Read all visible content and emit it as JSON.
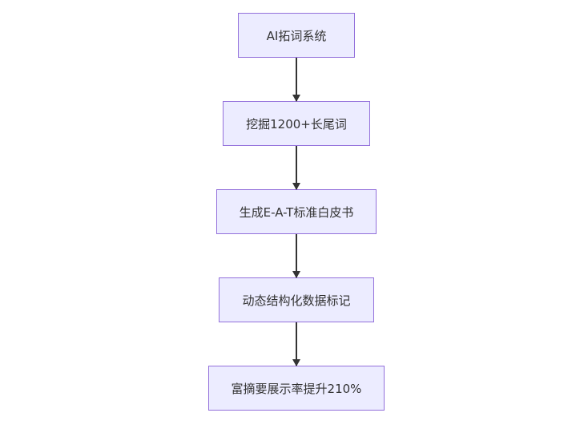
{
  "diagram": {
    "type": "flowchart",
    "direction": "top-down",
    "nodes": [
      {
        "label": "AI拓词系统"
      },
      {
        "label": "挖掘1200+长尾词"
      },
      {
        "label": "生成E-A-T标准白皮书"
      },
      {
        "label": "动态结构化数据标记"
      },
      {
        "label": "富摘要展示率提升210%"
      }
    ],
    "edges": [
      {
        "from": 0,
        "to": 1
      },
      {
        "from": 1,
        "to": 2
      },
      {
        "from": 2,
        "to": 3
      },
      {
        "from": 3,
        "to": 4
      }
    ],
    "colors": {
      "background": "#FFFFFF",
      "node_fill": "#ECECFF",
      "node_border": "#9370DB",
      "node_text": "#333333",
      "arrow": "#333333"
    }
  }
}
